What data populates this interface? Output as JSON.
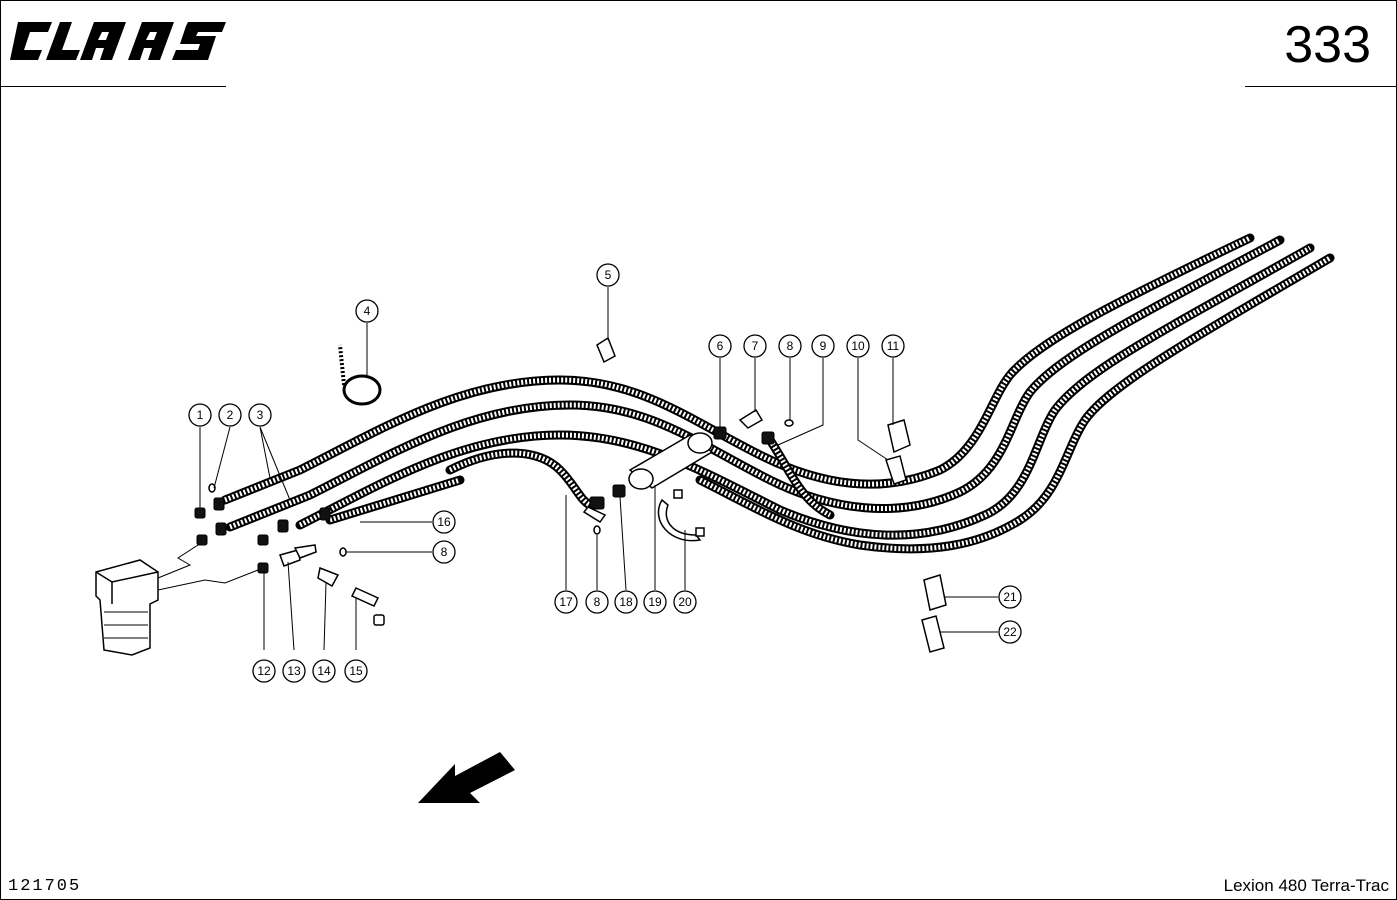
{
  "header": {
    "brand": "CLAAS",
    "page_number": "333"
  },
  "footer": {
    "document_code": "121705",
    "model": "Lexion 480 Terra-Trac"
  },
  "callouts": {
    "c1": "1",
    "c2": "2",
    "c3": "3",
    "c4": "4",
    "c5": "5",
    "c6": "6",
    "c7": "7",
    "c8a": "8",
    "c9": "9",
    "c10": "10",
    "c11": "11",
    "c16": "16",
    "c8b": "8",
    "c12": "12",
    "c13": "13",
    "c14": "14",
    "c15": "15",
    "c17": "17",
    "c8c": "8",
    "c18": "18",
    "c19": "19",
    "c20": "20",
    "c21": "21",
    "c22": "22"
  },
  "colors": {
    "ink": "#000000",
    "paper": "#ffffff"
  }
}
